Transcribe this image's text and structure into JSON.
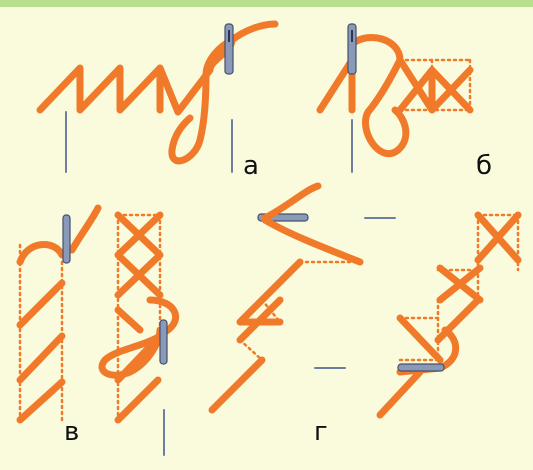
{
  "labels": {
    "a": "а",
    "b": "б",
    "v": "в",
    "g": "г"
  },
  "colors": {
    "background": "#f9fbdc",
    "thread": "#f07a2a",
    "needle": "#8a99b8",
    "needle_eye": "#44506e",
    "top_bar": "#b7df8e"
  },
  "icons": [
    "needle-icon",
    "thread-stitch"
  ]
}
